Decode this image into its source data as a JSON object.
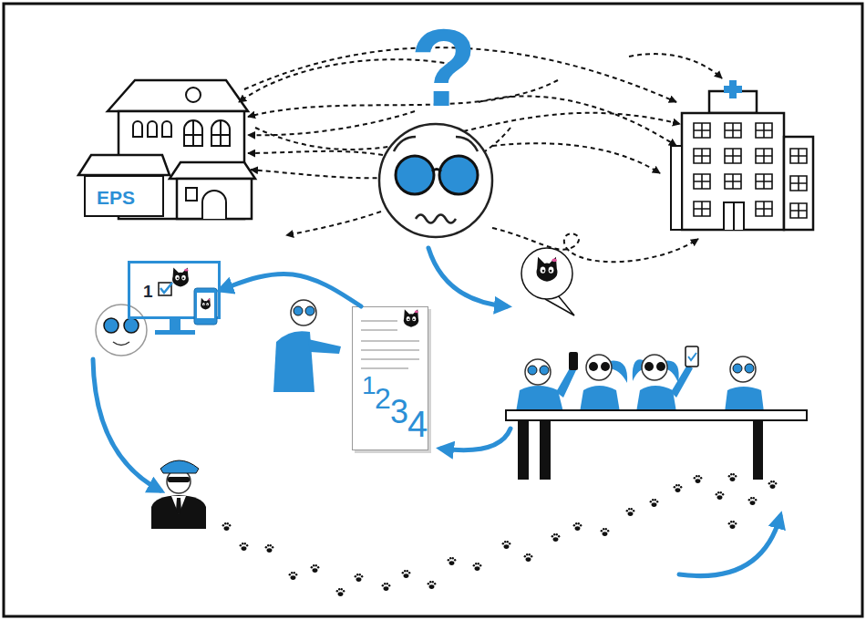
{
  "diagram": {
    "nodes": [
      {
        "text": [
          "EPS"
        ]
      },
      {
        "text": [
          "1"
        ]
      },
      {
        "text": [
          "1",
          "2",
          "3",
          "4"
        ]
      }
    ],
    "edges": [
      {
        "from": 2,
        "to": 1,
        "arrow": "to"
      }
    ],
    "labels": [
      "?"
    ]
  }
}
